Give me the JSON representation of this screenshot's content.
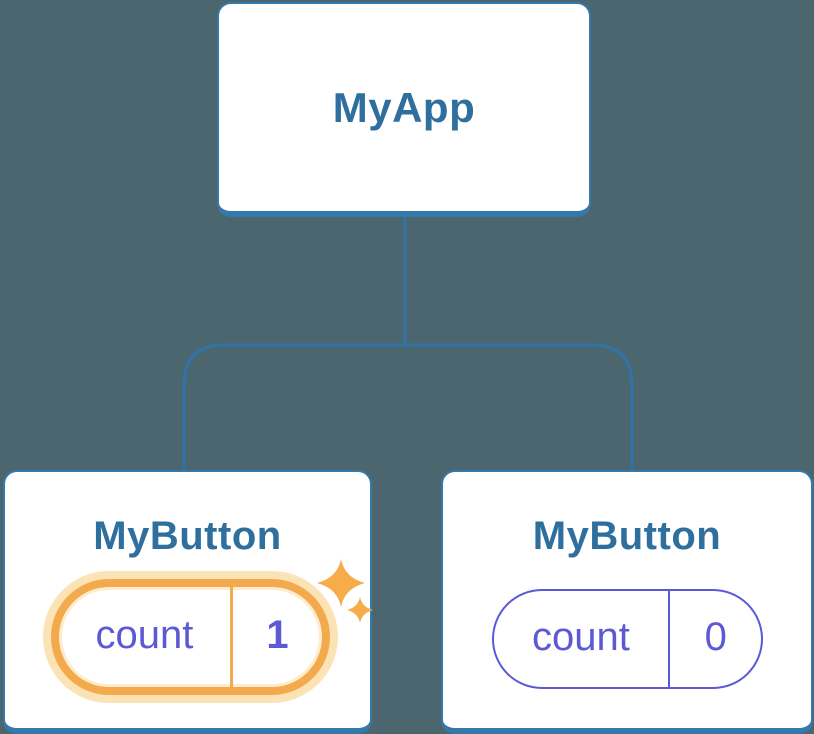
{
  "diagram": {
    "background": "#4c6670",
    "root": {
      "label": "MyApp"
    },
    "children": [
      {
        "label": "MyButton",
        "pill": {
          "key": "count",
          "value": "1"
        },
        "highlighted": true
      },
      {
        "label": "MyButton",
        "pill": {
          "key": "count",
          "value": "0"
        },
        "highlighted": false
      }
    ],
    "icons": [
      "sparkles-icon"
    ],
    "colors": {
      "card_border": "#3579aa",
      "connector": "#3173a3",
      "title_text": "#2f6f9e",
      "state_text": "#5b59d6",
      "highlight_ring": "#f3aa4d",
      "highlight_glow": "#fce3b6",
      "sparkle": "#f5ac49"
    }
  }
}
